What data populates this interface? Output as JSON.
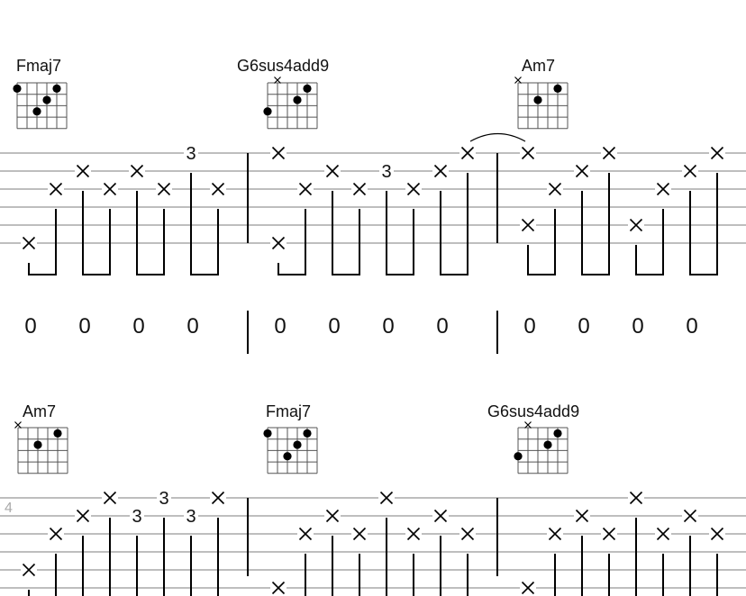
{
  "score": {
    "systems": [
      {
        "measure_number": "",
        "measures": [
          {
            "chord": {
              "name": "Fmaj7",
              "muted": [],
              "dots": [
                [
                  0,
                  1
                ],
                [
                  4,
                  1
                ],
                [
                  3,
                  2
                ],
                [
                  2,
                  3
                ]
              ]
            },
            "notes": [
              {
                "beat": 0,
                "string": 6,
                "fret": "×"
              },
              {
                "beat": 1,
                "string": 3,
                "fret": "×"
              },
              {
                "beat": 2,
                "string": 2,
                "fret": "×"
              },
              {
                "beat": 3,
                "string": 3,
                "fret": "×"
              },
              {
                "beat": 4,
                "string": 2,
                "fret": "×"
              },
              {
                "beat": 5,
                "string": 3,
                "fret": "×"
              },
              {
                "beat": 6,
                "string": 1,
                "fret": "3"
              },
              {
                "beat": 7,
                "string": 3,
                "fret": "×"
              }
            ],
            "counts": [
              "0",
              "0",
              "0",
              "0"
            ]
          },
          {
            "chord": {
              "name": "G6sus4add9",
              "muted": [
                1
              ],
              "dots": [
                [
                  0,
                  3
                ],
                [
                  3,
                  2
                ],
                [
                  4,
                  1
                ]
              ]
            },
            "notes": [
              {
                "beat": 0,
                "string": 1,
                "fret": "×"
              },
              {
                "beat": 0,
                "string": 6,
                "fret": "×"
              },
              {
                "beat": 1,
                "string": 3,
                "fret": "×"
              },
              {
                "beat": 2,
                "string": 2,
                "fret": "×"
              },
              {
                "beat": 3,
                "string": 3,
                "fret": "×"
              },
              {
                "beat": 4,
                "string": 2,
                "fret": "3"
              },
              {
                "beat": 5,
                "string": 3,
                "fret": "×"
              },
              {
                "beat": 6,
                "string": 2,
                "fret": "×"
              },
              {
                "beat": 7,
                "string": 1,
                "fret": "×"
              }
            ],
            "counts": [
              "0",
              "0",
              "0",
              "0"
            ],
            "tie_to_next": true
          },
          {
            "chord": {
              "name": "Am7",
              "muted": [
                0
              ],
              "dots": [
                [
                  2,
                  2
                ],
                [
                  4,
                  1
                ]
              ]
            },
            "notes": [
              {
                "beat": 0,
                "string": 1,
                "fret": "×"
              },
              {
                "beat": 0,
                "string": 5,
                "fret": "×"
              },
              {
                "beat": 1,
                "string": 3,
                "fret": "×"
              },
              {
                "beat": 2,
                "string": 2,
                "fret": "×"
              },
              {
                "beat": 3,
                "string": 1,
                "fret": "×"
              },
              {
                "beat": 4,
                "string": 5,
                "fret": "×"
              },
              {
                "beat": 5,
                "string": 3,
                "fret": "×"
              },
              {
                "beat": 6,
                "string": 2,
                "fret": "×"
              },
              {
                "beat": 7,
                "string": 1,
                "fret": "×"
              }
            ],
            "counts": [
              "0",
              "0",
              "0",
              "0"
            ]
          }
        ]
      },
      {
        "measure_number": "4",
        "measures": [
          {
            "chord": {
              "name": "Am7",
              "muted": [
                0
              ],
              "dots": [
                [
                  2,
                  2
                ],
                [
                  4,
                  1
                ]
              ]
            },
            "notes": [
              {
                "beat": 0,
                "string": 5,
                "fret": "×"
              },
              {
                "beat": 1,
                "string": 3,
                "fret": "×"
              },
              {
                "beat": 2,
                "string": 2,
                "fret": "×"
              },
              {
                "beat": 3,
                "string": 1,
                "fret": "×"
              },
              {
                "beat": 4,
                "string": 2,
                "fret": "3"
              },
              {
                "beat": 5,
                "string": 1,
                "fret": "3"
              },
              {
                "beat": 6,
                "string": 2,
                "fret": "3"
              },
              {
                "beat": 7,
                "string": 1,
                "fret": "×"
              }
            ]
          },
          {
            "chord": {
              "name": "Fmaj7",
              "muted": [],
              "dots": [
                [
                  0,
                  1
                ],
                [
                  4,
                  1
                ],
                [
                  3,
                  2
                ],
                [
                  2,
                  3
                ]
              ]
            },
            "notes": [
              {
                "beat": 0,
                "string": 6,
                "fret": "×"
              },
              {
                "beat": 1,
                "string": 3,
                "fret": "×"
              },
              {
                "beat": 2,
                "string": 2,
                "fret": "×"
              },
              {
                "beat": 3,
                "string": 3,
                "fret": "×"
              },
              {
                "beat": 4,
                "string": 1,
                "fret": "×"
              },
              {
                "beat": 5,
                "string": 3,
                "fret": "×"
              },
              {
                "beat": 6,
                "string": 2,
                "fret": "×"
              },
              {
                "beat": 7,
                "string": 3,
                "fret": "×"
              }
            ]
          },
          {
            "chord": {
              "name": "G6sus4add9",
              "muted": [
                1
              ],
              "dots": [
                [
                  0,
                  3
                ],
                [
                  3,
                  2
                ],
                [
                  4,
                  1
                ]
              ]
            },
            "notes": [
              {
                "beat": 0,
                "string": 6,
                "fret": "×"
              },
              {
                "beat": 1,
                "string": 3,
                "fret": "×"
              },
              {
                "beat": 2,
                "string": 2,
                "fret": "×"
              },
              {
                "beat": 3,
                "string": 3,
                "fret": "×"
              },
              {
                "beat": 4,
                "string": 1,
                "fret": "×"
              },
              {
                "beat": 5,
                "string": 3,
                "fret": "×"
              },
              {
                "beat": 6,
                "string": 2,
                "fret": "×"
              },
              {
                "beat": 7,
                "string": 3,
                "fret": "×"
              }
            ]
          }
        ]
      }
    ]
  }
}
